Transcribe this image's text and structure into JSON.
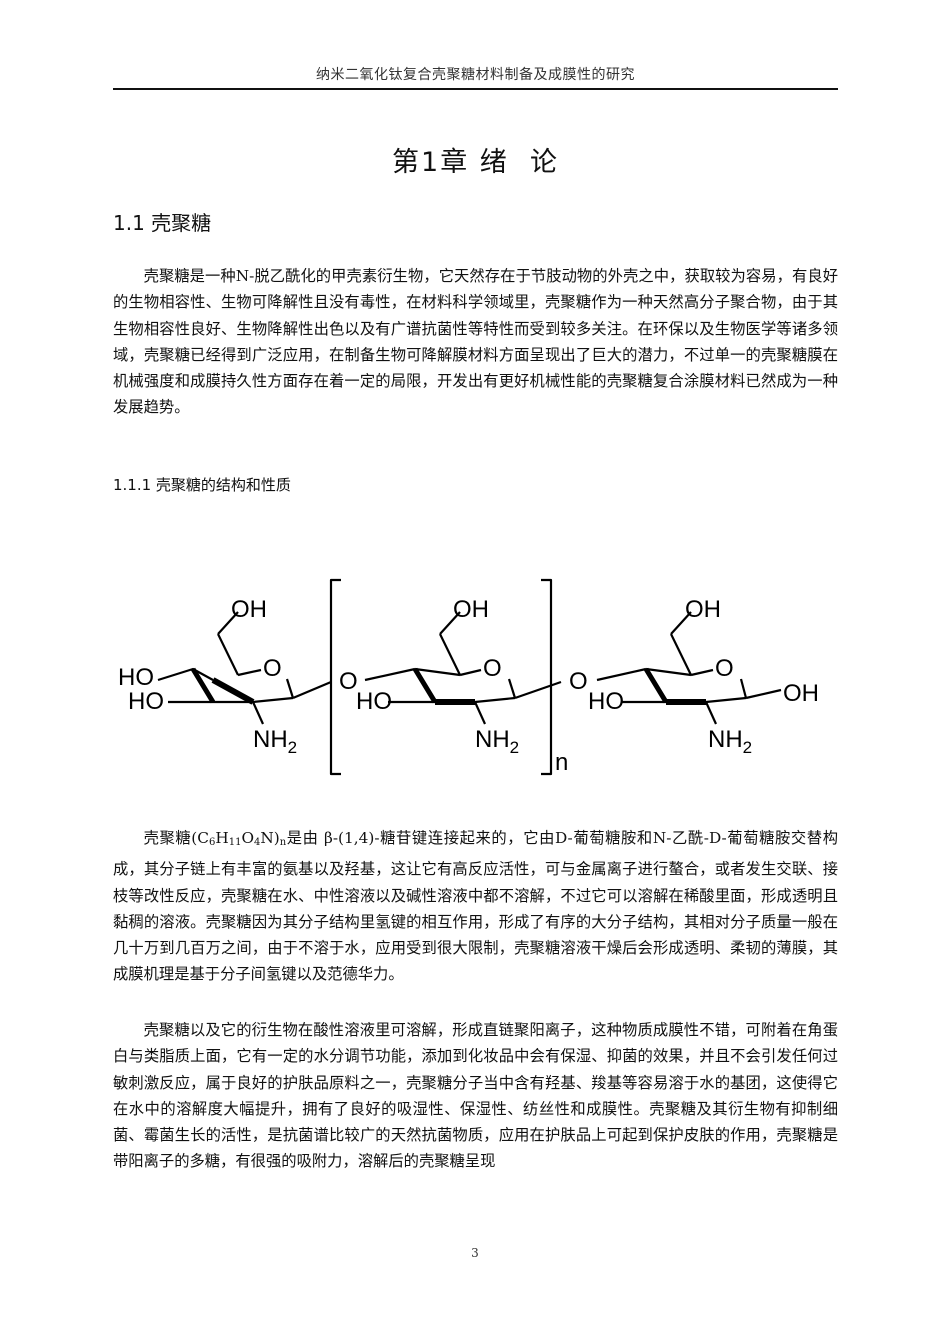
{
  "header": {
    "running_title": "纳米二氧化钛复合壳聚糖材料制备及成膜性的研究"
  },
  "chapter": {
    "title": "第1章 绪  论"
  },
  "section": {
    "number_title": "1.1 壳聚糖",
    "paragraphs": [
      "壳聚糖是一种N-脱乙酰化的甲壳素衍生物，它天然存在于节肢动物的外壳之中，获取较为容易，有良好的生物相容性、生物可降解性且没有毒性，在材料科学领域里，壳聚糖作为一种天然高分子聚合物，由于其生物相容性良好、生物降解性出色以及有广谱抗菌性等特性而受到较多关注。在环保以及生物医学等诸多领域，壳聚糖已经得到广泛应用，在制备生物可降解膜材料方面呈现出了巨大的潜力，不过单一的壳聚糖膜在机械强度和成膜持久性方面存在着一定的局限，开发出有更好机械性能的壳聚糖复合涂膜材料已然成为一种发展趋势。"
    ]
  },
  "subsection": {
    "number_title": "1.1.1 壳聚糖的结构和性质",
    "figure": {
      "description": "Chitosan chemical structure: glucosamine units linked by β-(1,4) glycosidic bonds, repeating unit in brackets with subscript n",
      "labels": {
        "oh": "OH",
        "ho": "HO",
        "o": "O",
        "nh2_main": "NH",
        "nh2_sub": "2",
        "repeat": "n"
      }
    },
    "para2_prefix": "壳聚糖(C",
    "formula": {
      "c_sub": "6",
      "h": "H",
      "h_sub": "11",
      "o": "O",
      "o_sub": "4",
      "n_close": "N)",
      "n_sub": "n"
    },
    "para2_rest": "是由 β-(1,4)-糖苷键连接起来的，它由D-葡萄糖胺和N-乙酰-D-葡萄糖胺交替构成，其分子链上有丰富的氨基以及羟基，这让它有高反应活性，可与金属离子进行螯合，或者发生交联、接枝等改性反应，壳聚糖在水、中性溶液以及碱性溶液中都不溶解，不过它可以溶解在稀酸里面，形成透明且黏稠的溶液。壳聚糖因为其分子结构里氢键的相互作用，形成了有序的大分子结构，其相对分子质量一般在几十万到几百万之间，由于不溶于水，应用受到很大限制，壳聚糖溶液干燥后会形成透明、柔韧的薄膜，其成膜机理是基于分子间氢键以及范德华力。",
    "para3": "壳聚糖以及它的衍生物在酸性溶液里可溶解，形成直链聚阳离子，这种物质成膜性不错，可附着在角蛋白与类脂质上面，它有一定的水分调节功能，添加到化妆品中会有保湿、抑菌的效果，并且不会引发任何过敏刺激反应，属于良好的护肤品原料之一，壳聚糖分子当中含有羟基、羧基等容易溶于水的基团，这使得它在水中的溶解度大幅提升，拥有了良好的吸湿性、保湿性、纺丝性和成膜性。壳聚糖及其衍生物有抑制细菌、霉菌生长的活性，是抗菌谱比较广的天然抗菌物质，应用在护肤品上可起到保护皮肤的作用，壳聚糖是带阳离子的多糖，有很强的吸附力，溶解后的壳聚糖呈现"
  },
  "footer": {
    "page_number": "3"
  }
}
